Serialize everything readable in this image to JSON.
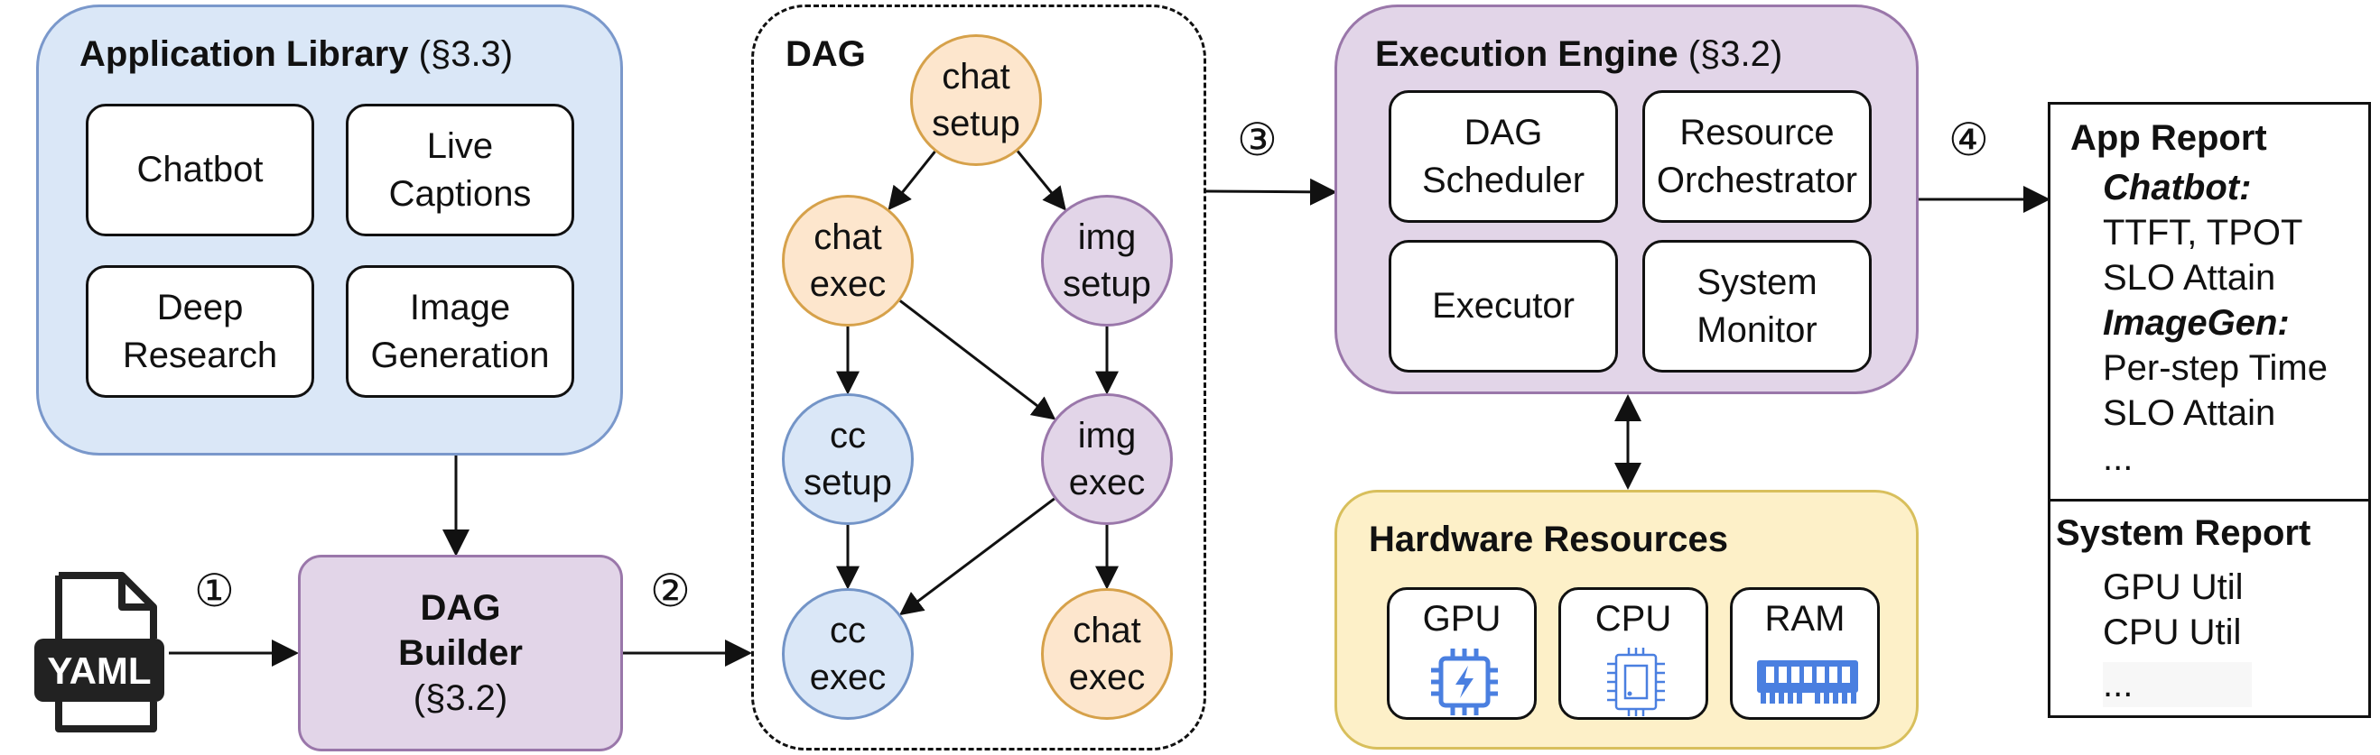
{
  "app_library": {
    "title": "Application Library",
    "ref": "(§3.3)",
    "items": [
      "Chatbot",
      "Live Captions",
      "Deep Research",
      "Image Generation"
    ]
  },
  "yaml_label": "YAML",
  "steps": [
    "①",
    "②",
    "③",
    "④"
  ],
  "dag_builder": {
    "line1": "DAG",
    "line2": "Builder",
    "ref": "(§3.2)"
  },
  "dag": {
    "title": "DAG",
    "nodes": [
      {
        "id": "n1",
        "label": "chat setup",
        "color": "orange"
      },
      {
        "id": "n2",
        "label": "chat exec",
        "color": "orange"
      },
      {
        "id": "n3",
        "label": "img setup",
        "color": "purple"
      },
      {
        "id": "n4",
        "label": "cc setup",
        "color": "blue"
      },
      {
        "id": "n5",
        "label": "img exec",
        "color": "purple"
      },
      {
        "id": "n6",
        "label": "cc exec",
        "color": "blue"
      },
      {
        "id": "n7",
        "label": "chat exec",
        "color": "orange"
      }
    ],
    "edges": [
      [
        "n1",
        "n2"
      ],
      [
        "n1",
        "n3"
      ],
      [
        "n2",
        "n4"
      ],
      [
        "n2",
        "n5"
      ],
      [
        "n3",
        "n5"
      ],
      [
        "n4",
        "n6"
      ],
      [
        "n5",
        "n6"
      ],
      [
        "n5",
        "n7"
      ]
    ]
  },
  "execution_engine": {
    "title": "Execution Engine",
    "ref": "(§3.2)",
    "items": [
      "DAG Scheduler",
      "Resource Orchestrator",
      "Executor",
      "System Monitor"
    ]
  },
  "hardware": {
    "title": "Hardware Resources",
    "items": [
      {
        "label": "GPU",
        "icon": "gpu-chip-icon"
      },
      {
        "label": "CPU",
        "icon": "cpu-chip-icon"
      },
      {
        "label": "RAM",
        "icon": "ram-module-icon"
      }
    ]
  },
  "report": {
    "app_title": "App Report",
    "app_lines": [
      {
        "text": "Chatbot:",
        "style": "heading"
      },
      {
        "text": "TTFT, TPOT",
        "style": "normal"
      },
      {
        "text": "SLO Attain",
        "style": "normal"
      },
      {
        "text": "ImageGen:",
        "style": "heading"
      },
      {
        "text": "Per-step Time",
        "style": "normal"
      },
      {
        "text": "SLO Attain",
        "style": "normal"
      },
      {
        "text": "...",
        "style": "normal"
      }
    ],
    "system_title": "System Report",
    "system_lines": [
      "GPU Util",
      "CPU Util",
      "..."
    ]
  },
  "colors": {
    "blue_fill": "#dae7f7",
    "blue_border": "#7a98cb",
    "purple_fill": "#e2d5e8",
    "purple_border": "#9a77aa",
    "yellow_fill": "#fdf0c8",
    "yellow_border": "#d8bf5c",
    "icon_blue": "#4a7fe0"
  }
}
